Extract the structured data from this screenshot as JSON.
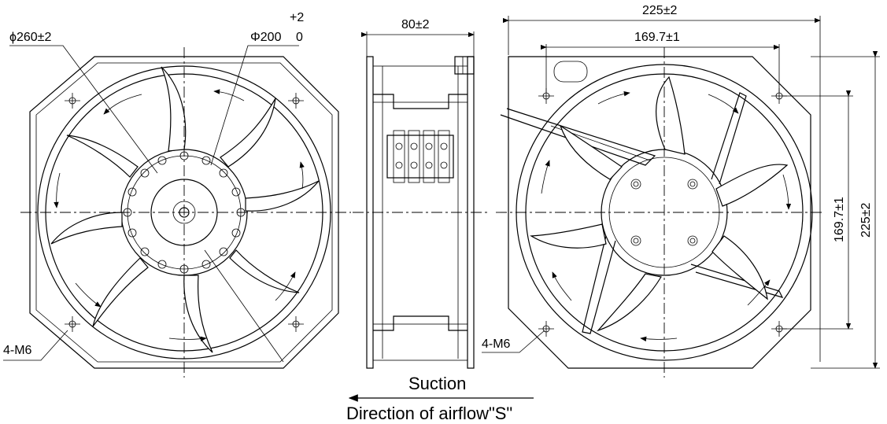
{
  "front_view": {
    "outer_diameter_label": "ϕ260±2",
    "inner_diameter_label": "Φ200",
    "tolerance_upper": "+2",
    "tolerance_lower": "0",
    "mount_label": "4-M6"
  },
  "side_view": {
    "depth_label": "80±2"
  },
  "back_view": {
    "width_label": "225±2",
    "hole_spacing_label": "169.7±1",
    "vertical_hole_spacing_label": "169.7±1",
    "height_label": "225±2",
    "mount_label": "4-M6"
  },
  "airflow": {
    "suction_label": "Suction",
    "direction_label": "Direction of airflow\"S\""
  }
}
